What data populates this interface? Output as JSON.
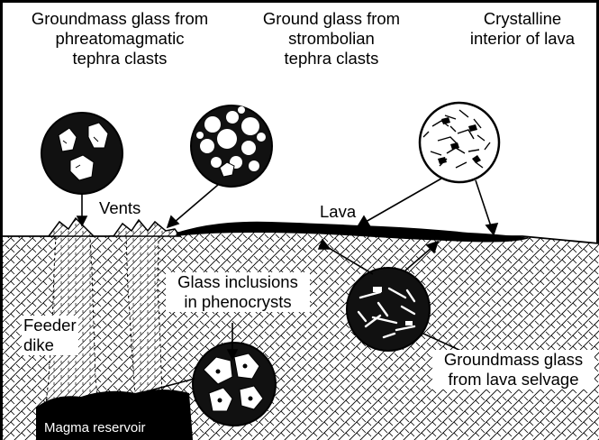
{
  "labels": {
    "groundmass_phreato_line1": "Groundmass glass from",
    "groundmass_phreato_line2": "phreatomagmatic",
    "groundmass_phreato_line3": "tephra clasts",
    "ground_strombolian_line1": "Ground glass from",
    "ground_strombolian_line2": "strombolian",
    "ground_strombolian_line3": "tephra clasts",
    "crystalline_line1": "Crystalline",
    "crystalline_line2": "interior of lava",
    "vents": "Vents",
    "lava": "Lava",
    "glass_inclusions_line1": "Glass inclusions",
    "glass_inclusions_line2": "in phenocrysts",
    "feeder_line1": "Feeder",
    "feeder_line2": "dike",
    "groundmass_selvage_line1": "Groundmass glass",
    "groundmass_selvage_line2": "from lava selvage",
    "magma_reservoir": "Magma reservoir"
  },
  "colors": {
    "ink": "#000000",
    "paper": "#ffffff"
  }
}
